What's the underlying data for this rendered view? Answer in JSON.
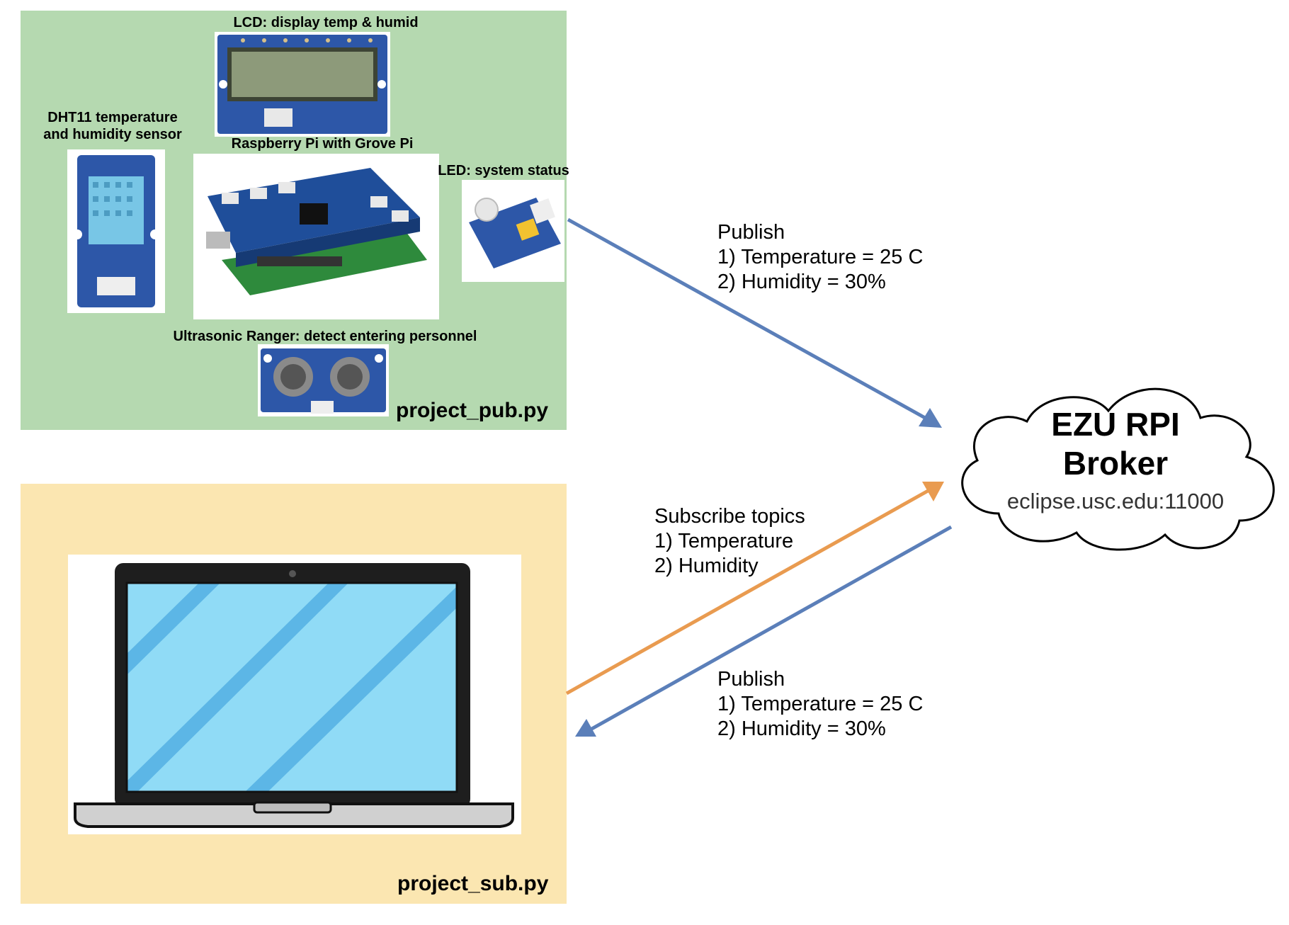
{
  "colors": {
    "pub_panel": "#b5d9b0",
    "sub_panel": "#fbe6b1",
    "publish_arrow": "#5b7fb9",
    "subscribe_arrow": "#e99b50",
    "laptop_screen": "#90dbf6"
  },
  "publisher": {
    "script": "project_pub.py",
    "components": {
      "lcd": "LCD: display temp & humid",
      "dht11_line1": "DHT11 temperature",
      "dht11_line2": "and humidity sensor",
      "rpi": "Raspberry Pi with Grove Pi",
      "led": "LED: system status",
      "ultrasonic": "Ultrasonic Ranger: detect entering personnel"
    }
  },
  "subscriber": {
    "script": "project_sub.py",
    "device_icon": "laptop-icon"
  },
  "broker": {
    "title_line1": "EZU RPI",
    "title_line2": "Broker",
    "address": "eclipse.usc.edu:11000",
    "shape_icon": "cloud-icon"
  },
  "flows": {
    "publish_top": {
      "heading": "Publish",
      "line1": "1) Temperature = 25 C",
      "line2": "2) Humidity = 30%"
    },
    "subscribe": {
      "heading": "Subscribe topics",
      "line1": "1) Temperature",
      "line2": "2) Humidity"
    },
    "publish_bottom": {
      "heading": "Publish",
      "line1": "1) Temperature = 25 C",
      "line2": "2) Humidity = 30%"
    }
  }
}
